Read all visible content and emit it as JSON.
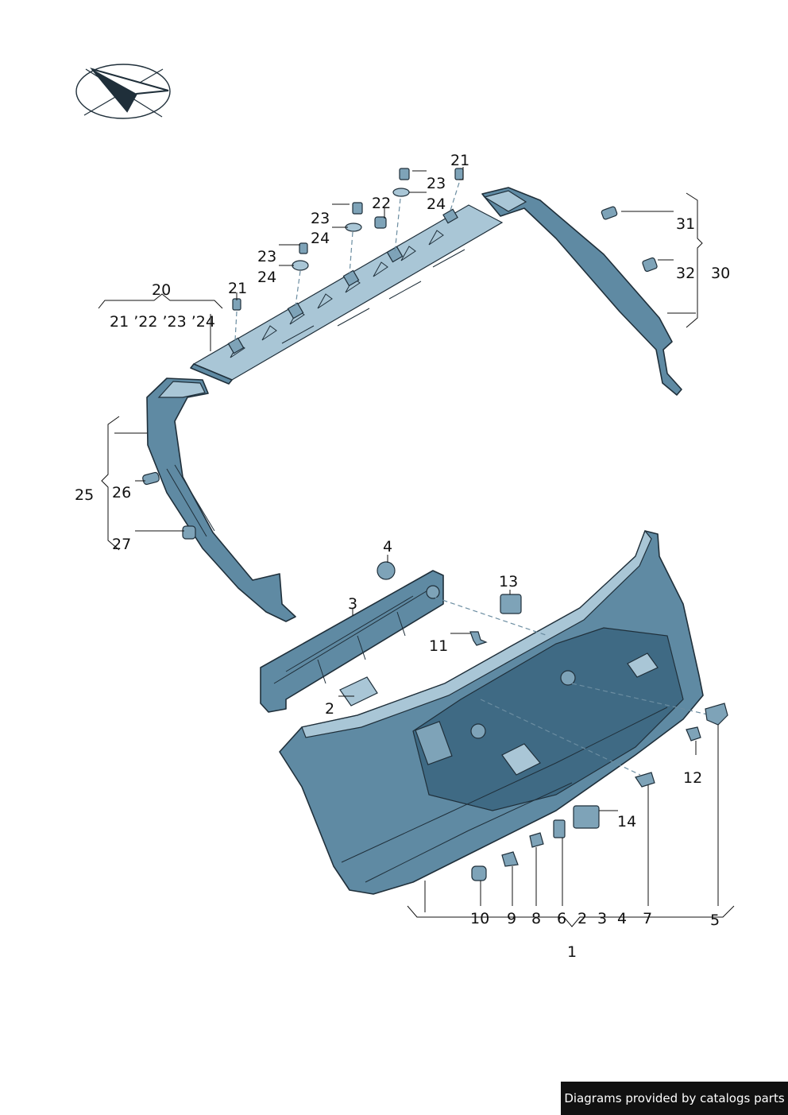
{
  "callouts": [
    {
      "id": "c-21-top",
      "text": "21"
    },
    {
      "id": "c-23-a",
      "text": "23"
    },
    {
      "id": "c-24-a",
      "text": "24"
    },
    {
      "id": "c-22",
      "text": "22"
    },
    {
      "id": "c-23-b",
      "text": "23"
    },
    {
      "id": "c-24-b",
      "text": "24"
    },
    {
      "id": "c-23-c",
      "text": "23"
    },
    {
      "id": "c-24-c",
      "text": "24"
    },
    {
      "id": "c-20",
      "text": "20"
    },
    {
      "id": "c-21-left",
      "text": "21"
    },
    {
      "id": "c-20-sub",
      "text": "21 ’22 ’23 ’24"
    },
    {
      "id": "c-31",
      "text": "31"
    },
    {
      "id": "c-32",
      "text": "32"
    },
    {
      "id": "c-30",
      "text": "30"
    },
    {
      "id": "c-25",
      "text": "25"
    },
    {
      "id": "c-26",
      "text": "26"
    },
    {
      "id": "c-27",
      "text": "27"
    },
    {
      "id": "c-4-top",
      "text": "4"
    },
    {
      "id": "c-3-top",
      "text": "3"
    },
    {
      "id": "c-13",
      "text": "13"
    },
    {
      "id": "c-11",
      "text": "11"
    },
    {
      "id": "c-2-left",
      "text": "2"
    },
    {
      "id": "c-12",
      "text": "12"
    },
    {
      "id": "c-14",
      "text": "14"
    },
    {
      "id": "c-10",
      "text": "10"
    },
    {
      "id": "c-9",
      "text": "9"
    },
    {
      "id": "c-8",
      "text": "8"
    },
    {
      "id": "c-6",
      "text": "6"
    },
    {
      "id": "c-2-bot",
      "text": "2"
    },
    {
      "id": "c-3-bot",
      "text": "3"
    },
    {
      "id": "c-4-bot",
      "text": "4"
    },
    {
      "id": "c-7",
      "text": "7"
    },
    {
      "id": "c-5",
      "text": "5"
    },
    {
      "id": "c-1",
      "text": "1"
    }
  ],
  "footer": {
    "text": "Diagrams provided by catalogs parts"
  },
  "colors": {
    "part": "#5f8aa3",
    "part_light": "#a9c6d6",
    "outline": "#1f2f3a",
    "footer_bg": "#111111"
  }
}
